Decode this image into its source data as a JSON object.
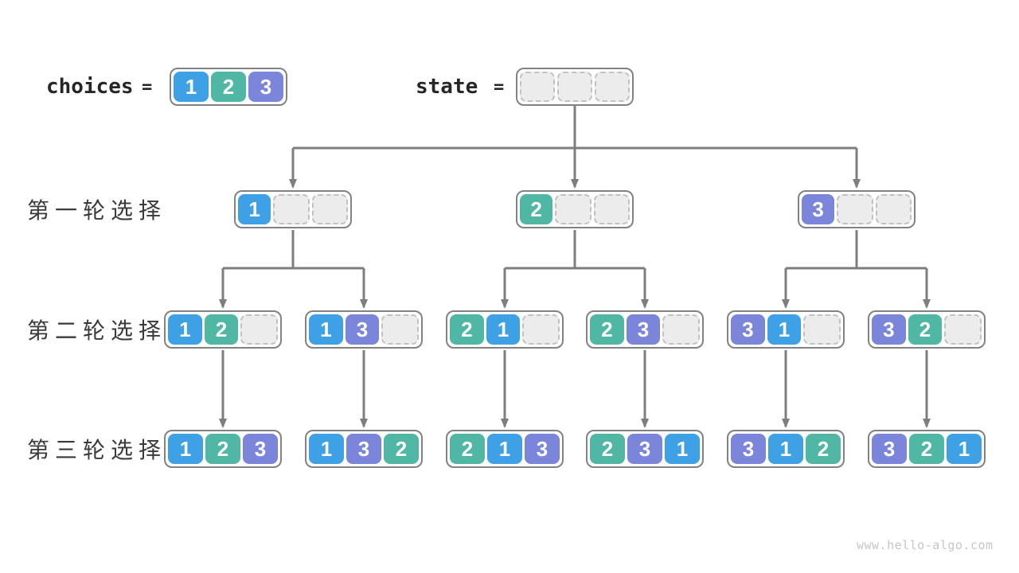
{
  "page": {
    "background": "#ffffff",
    "watermark": "www.hello-algo.com"
  },
  "palette": {
    "value1": "#3EA1E6",
    "value2": "#50B7A5",
    "value3": "#7B86DB",
    "empty_fill": "#ECECEC",
    "empty_border": "#C1C1C1",
    "box_border": "#828282",
    "connector": "#7E7E7E",
    "label_text": "#3A3A3A",
    "code_text": "#262626",
    "watermark_text": "#C6C6C6"
  },
  "header": {
    "choices": {
      "label": "choices",
      "equals": "=",
      "values": [
        1,
        2,
        3
      ]
    },
    "state": {
      "label": "state",
      "equals": "=",
      "values": [
        null,
        null,
        null
      ]
    }
  },
  "rows": [
    {
      "label": "第一轮选择",
      "boxes": [
        [
          1,
          null,
          null
        ],
        [
          2,
          null,
          null
        ],
        [
          3,
          null,
          null
        ]
      ]
    },
    {
      "label": "第二轮选择",
      "boxes": [
        [
          1,
          2,
          null
        ],
        [
          1,
          3,
          null
        ],
        [
          2,
          1,
          null
        ],
        [
          2,
          3,
          null
        ],
        [
          3,
          1,
          null
        ],
        [
          3,
          2,
          null
        ]
      ]
    },
    {
      "label": "第三轮选择",
      "boxes": [
        [
          1,
          2,
          3
        ],
        [
          1,
          3,
          2
        ],
        [
          2,
          1,
          3
        ],
        [
          2,
          3,
          1
        ],
        [
          3,
          1,
          2
        ],
        [
          3,
          2,
          1
        ]
      ]
    }
  ]
}
